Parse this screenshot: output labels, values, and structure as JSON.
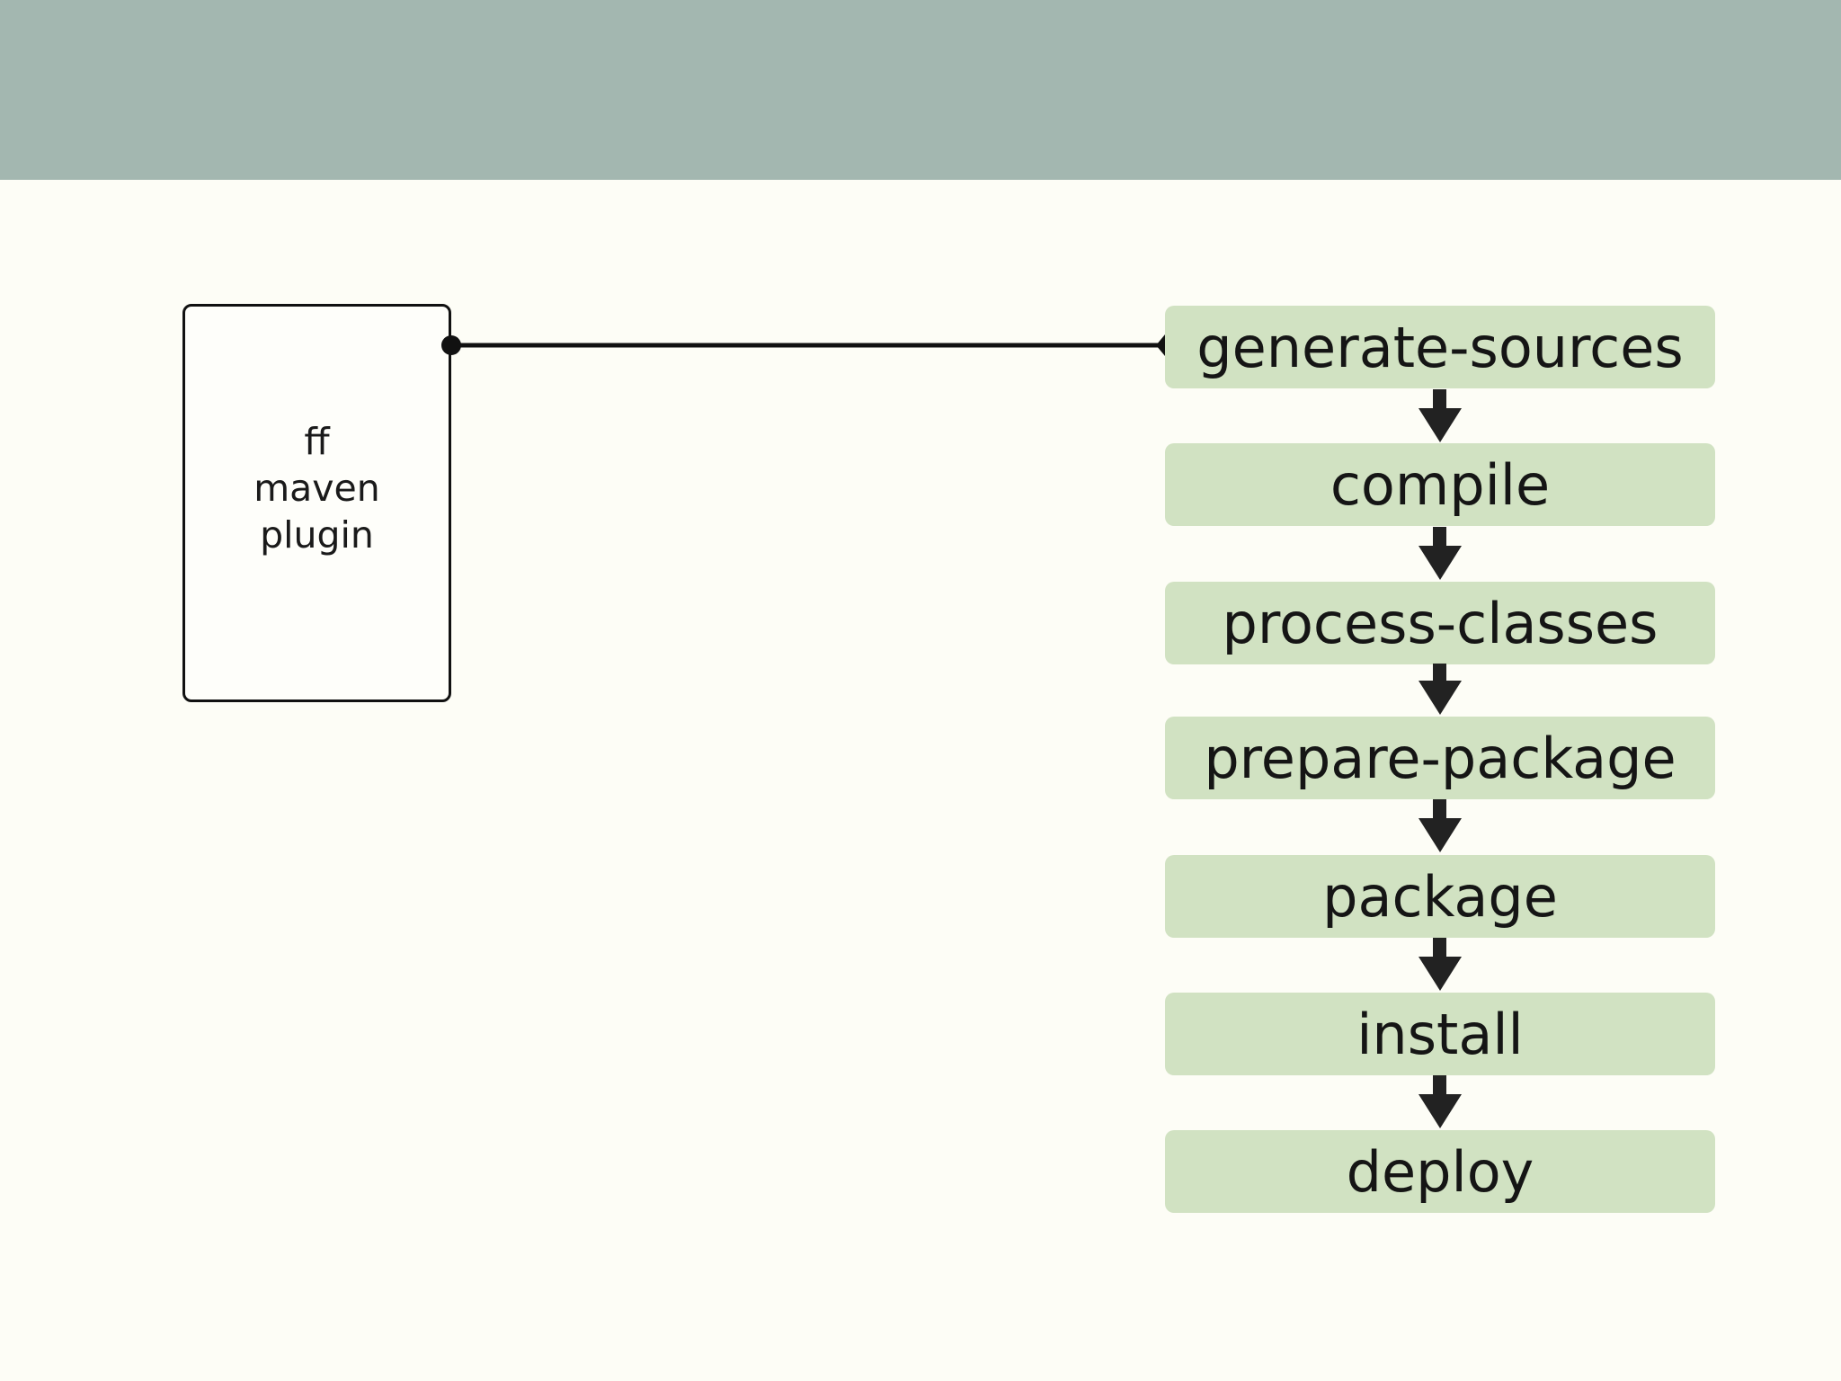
{
  "colors": {
    "header_band": "#a3b7b0",
    "background": "#fdfdf6",
    "phase_fill": "#d1e2c2",
    "ink": "#1e1e1e"
  },
  "plugin": {
    "label": "ff\nmaven\nplugin"
  },
  "phases": [
    "generate-sources",
    "compile",
    "process-classes",
    "prepare-package",
    "package",
    "install",
    "deploy"
  ]
}
